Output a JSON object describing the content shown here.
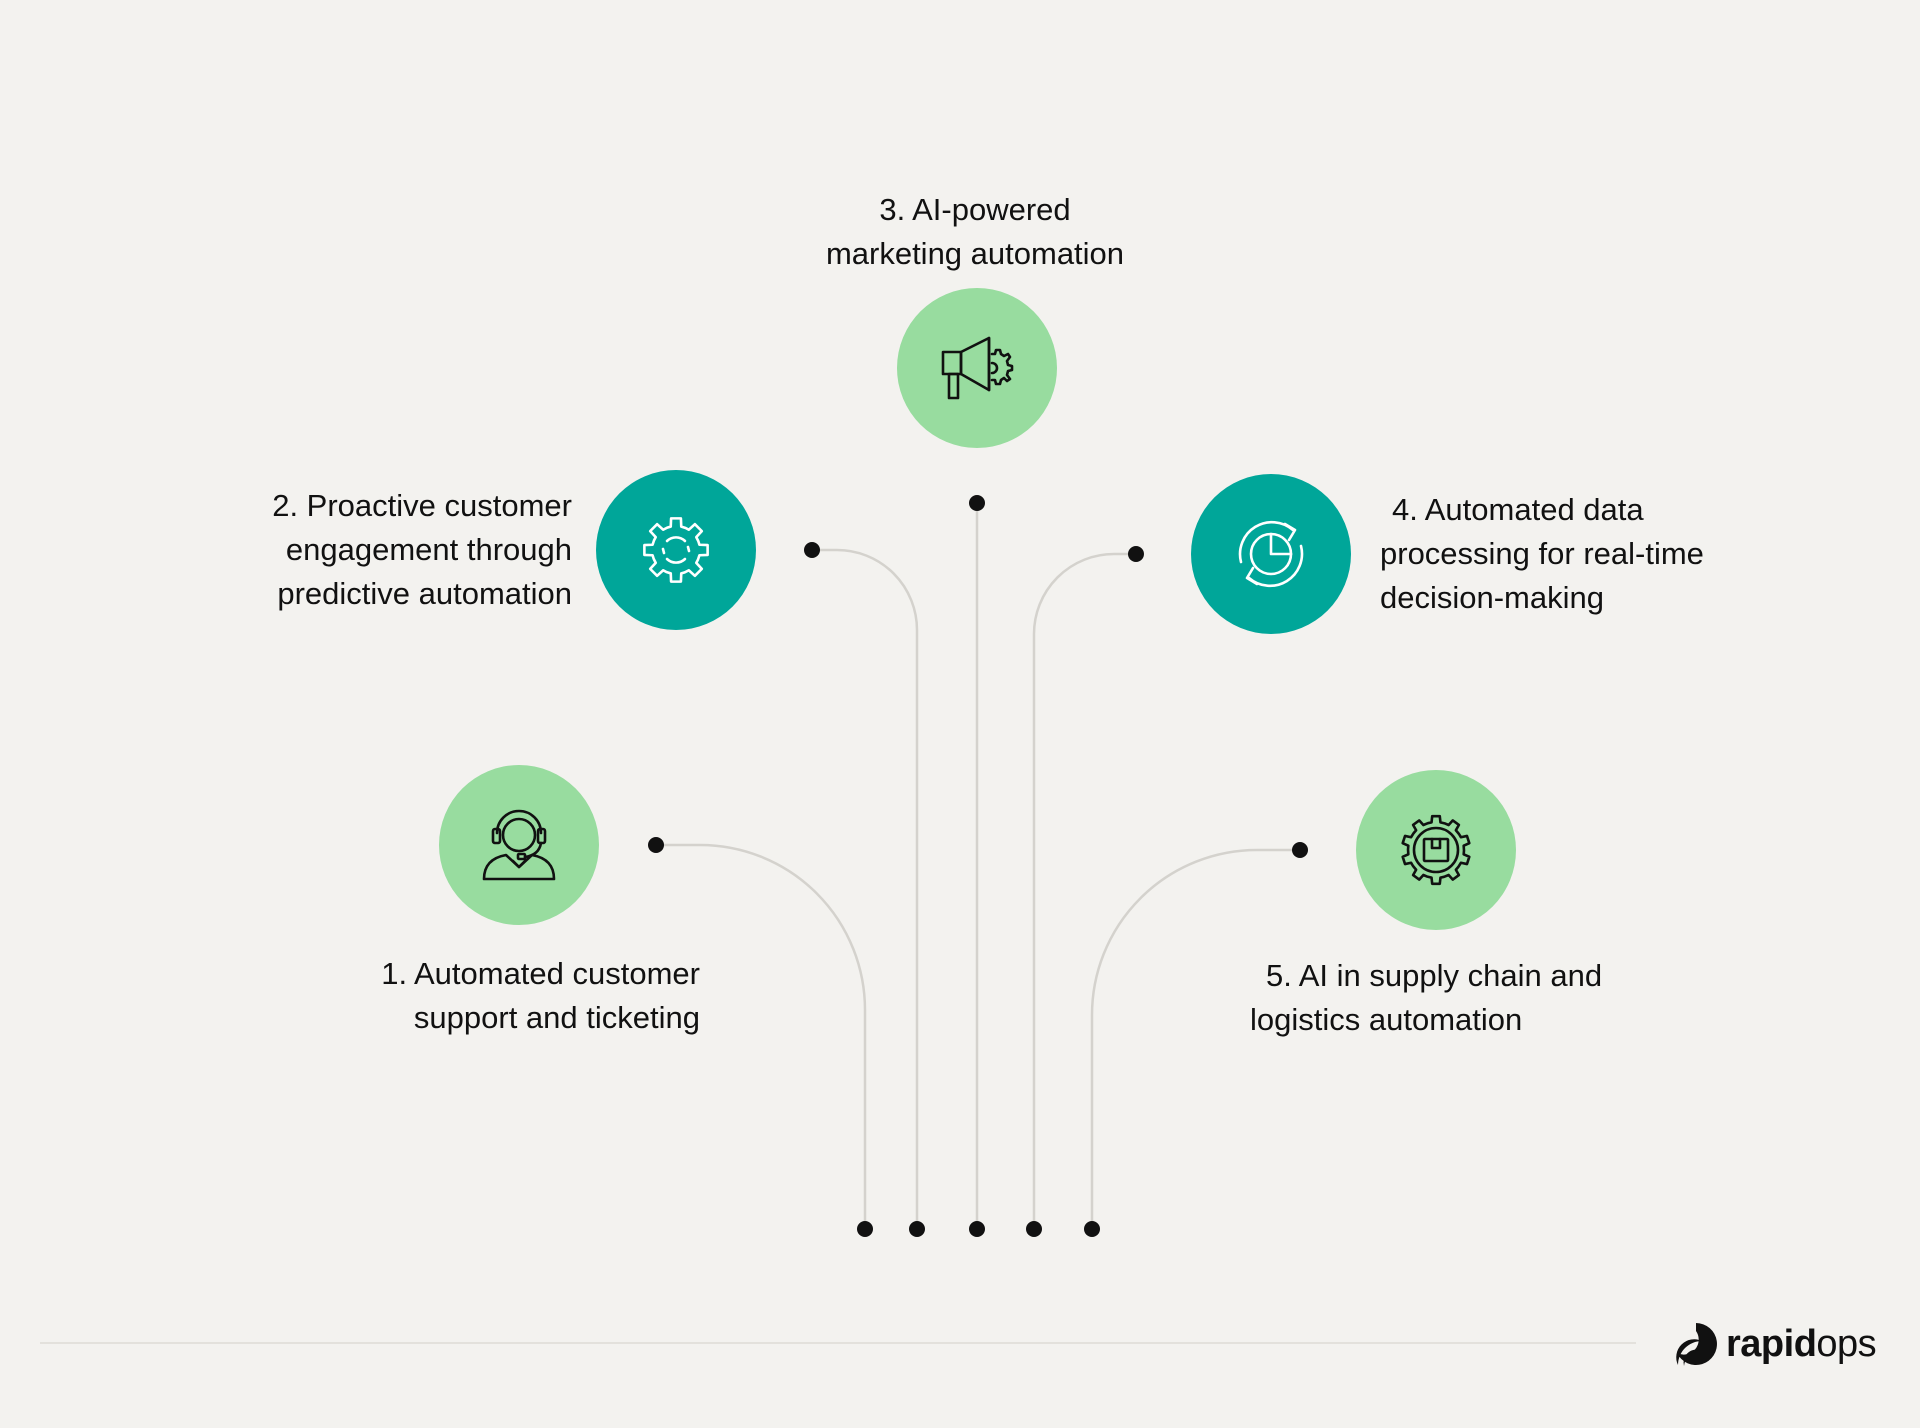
{
  "colors": {
    "background": "#f3f2ef",
    "light_green": "#98dc9f",
    "teal": "#00a699",
    "connector": "#d4d2cd",
    "dot": "#111111",
    "footer_rule": "#e3e1dc"
  },
  "items": [
    {
      "number": "1.",
      "lines": [
        "Automated customer",
        "support and ticketing"
      ],
      "icon": "customer-support-headset-icon",
      "circle_color": "light_green"
    },
    {
      "number": "2.",
      "lines": [
        "Proactive customer",
        "engagement through",
        "predictive automation"
      ],
      "icon": "gear-icon",
      "circle_color": "teal"
    },
    {
      "number": "3.",
      "lines": [
        "AI-powered",
        "marketing automation"
      ],
      "icon": "megaphone-gear-icon",
      "circle_color": "light_green"
    },
    {
      "number": "4.",
      "lines": [
        "Automated data",
        "processing for real-time",
        "decision-making"
      ],
      "icon": "refresh-pie-chart-icon",
      "circle_color": "teal"
    },
    {
      "number": "5.",
      "lines": [
        "AI in supply chain and",
        "logistics automation"
      ],
      "icon": "gear-package-icon",
      "circle_color": "light_green"
    }
  ],
  "labels": {
    "l1_line1": "1.  Automated customer",
    "l1_line2": "support and ticketing",
    "l2_line1": "2. Proactive customer",
    "l2_line2": "engagement through",
    "l2_line3": "predictive automation",
    "l3_line1": "3.  AI-powered",
    "l3_line2": "marketing automation",
    "l4_line1": "4.  Automated data",
    "l4_line2": "processing for real-time",
    "l4_line3": "decision-making",
    "l5_line1": "5.  AI in supply chain and",
    "l5_line2": "logistics automation"
  },
  "brand": {
    "name_bold": "rapid",
    "name_light": "ops",
    "icon": "rapidops-logo-icon"
  }
}
